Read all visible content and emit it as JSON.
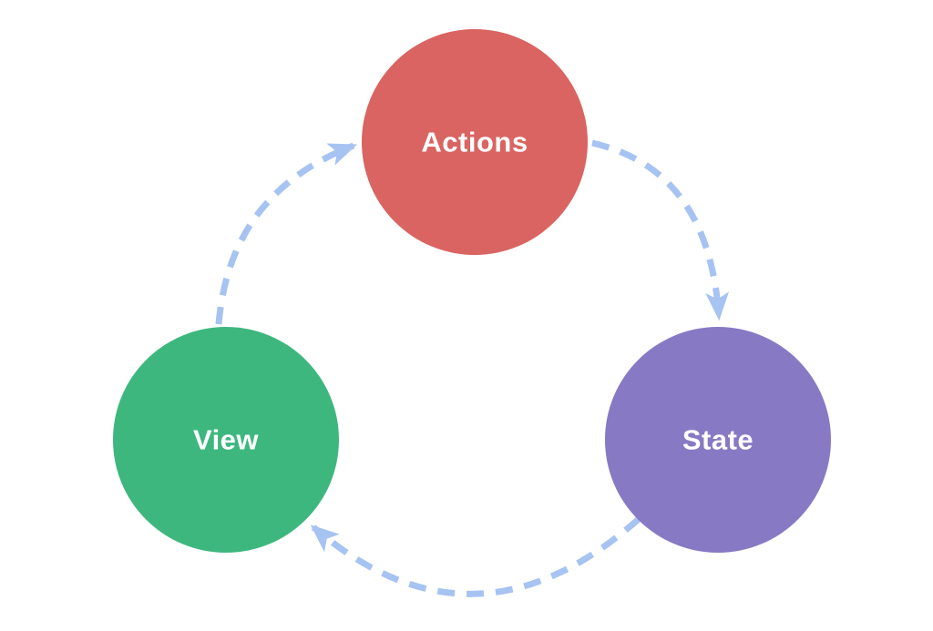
{
  "diagram": {
    "background": "#ffffff",
    "arrow_color": "#a6c3f2",
    "label_color": "#ffffff",
    "nodes": [
      {
        "id": "actions",
        "label": "Actions",
        "color": "#d96461"
      },
      {
        "id": "state",
        "label": "State",
        "color": "#8879c4"
      },
      {
        "id": "view",
        "label": "View",
        "color": "#3eb77f"
      }
    ],
    "edges": [
      {
        "from": "actions",
        "to": "state"
      },
      {
        "from": "state",
        "to": "view"
      },
      {
        "from": "view",
        "to": "actions"
      }
    ]
  }
}
